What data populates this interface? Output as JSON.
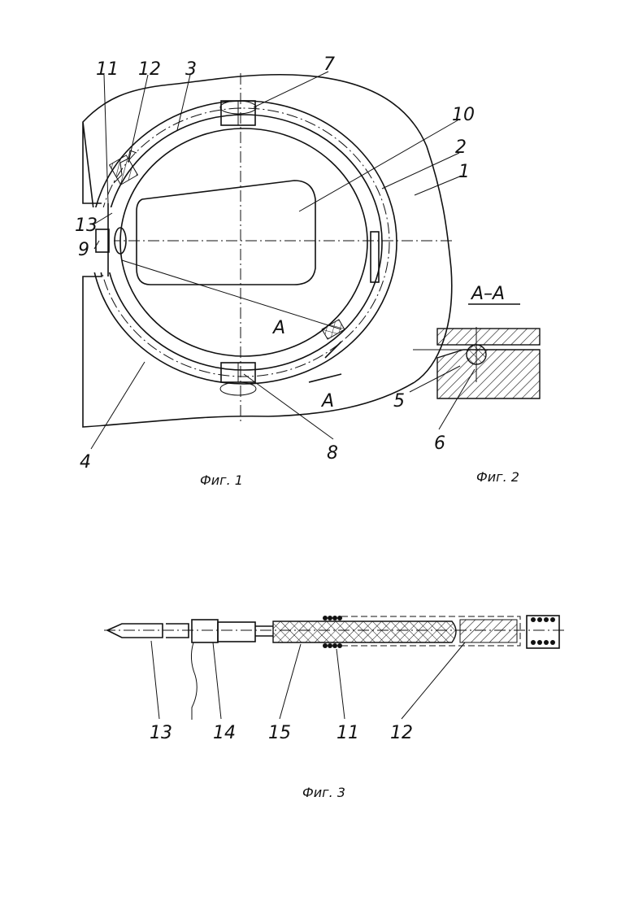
{
  "figures": [
    {
      "caption": "Фиг. 1"
    },
    {
      "caption": "Фиг. 2"
    },
    {
      "caption": "Фиг. 3"
    }
  ],
  "fig1_labels": [
    "11",
    "12",
    "3",
    "7",
    "10",
    "2",
    "1",
    "13",
    "9",
    "4",
    "8",
    "A",
    "A"
  ],
  "fig2": {
    "section_title": "А–А",
    "labels": [
      "5",
      "6"
    ]
  },
  "fig3_labels": [
    "13",
    "14",
    "15",
    "11",
    "12"
  ]
}
